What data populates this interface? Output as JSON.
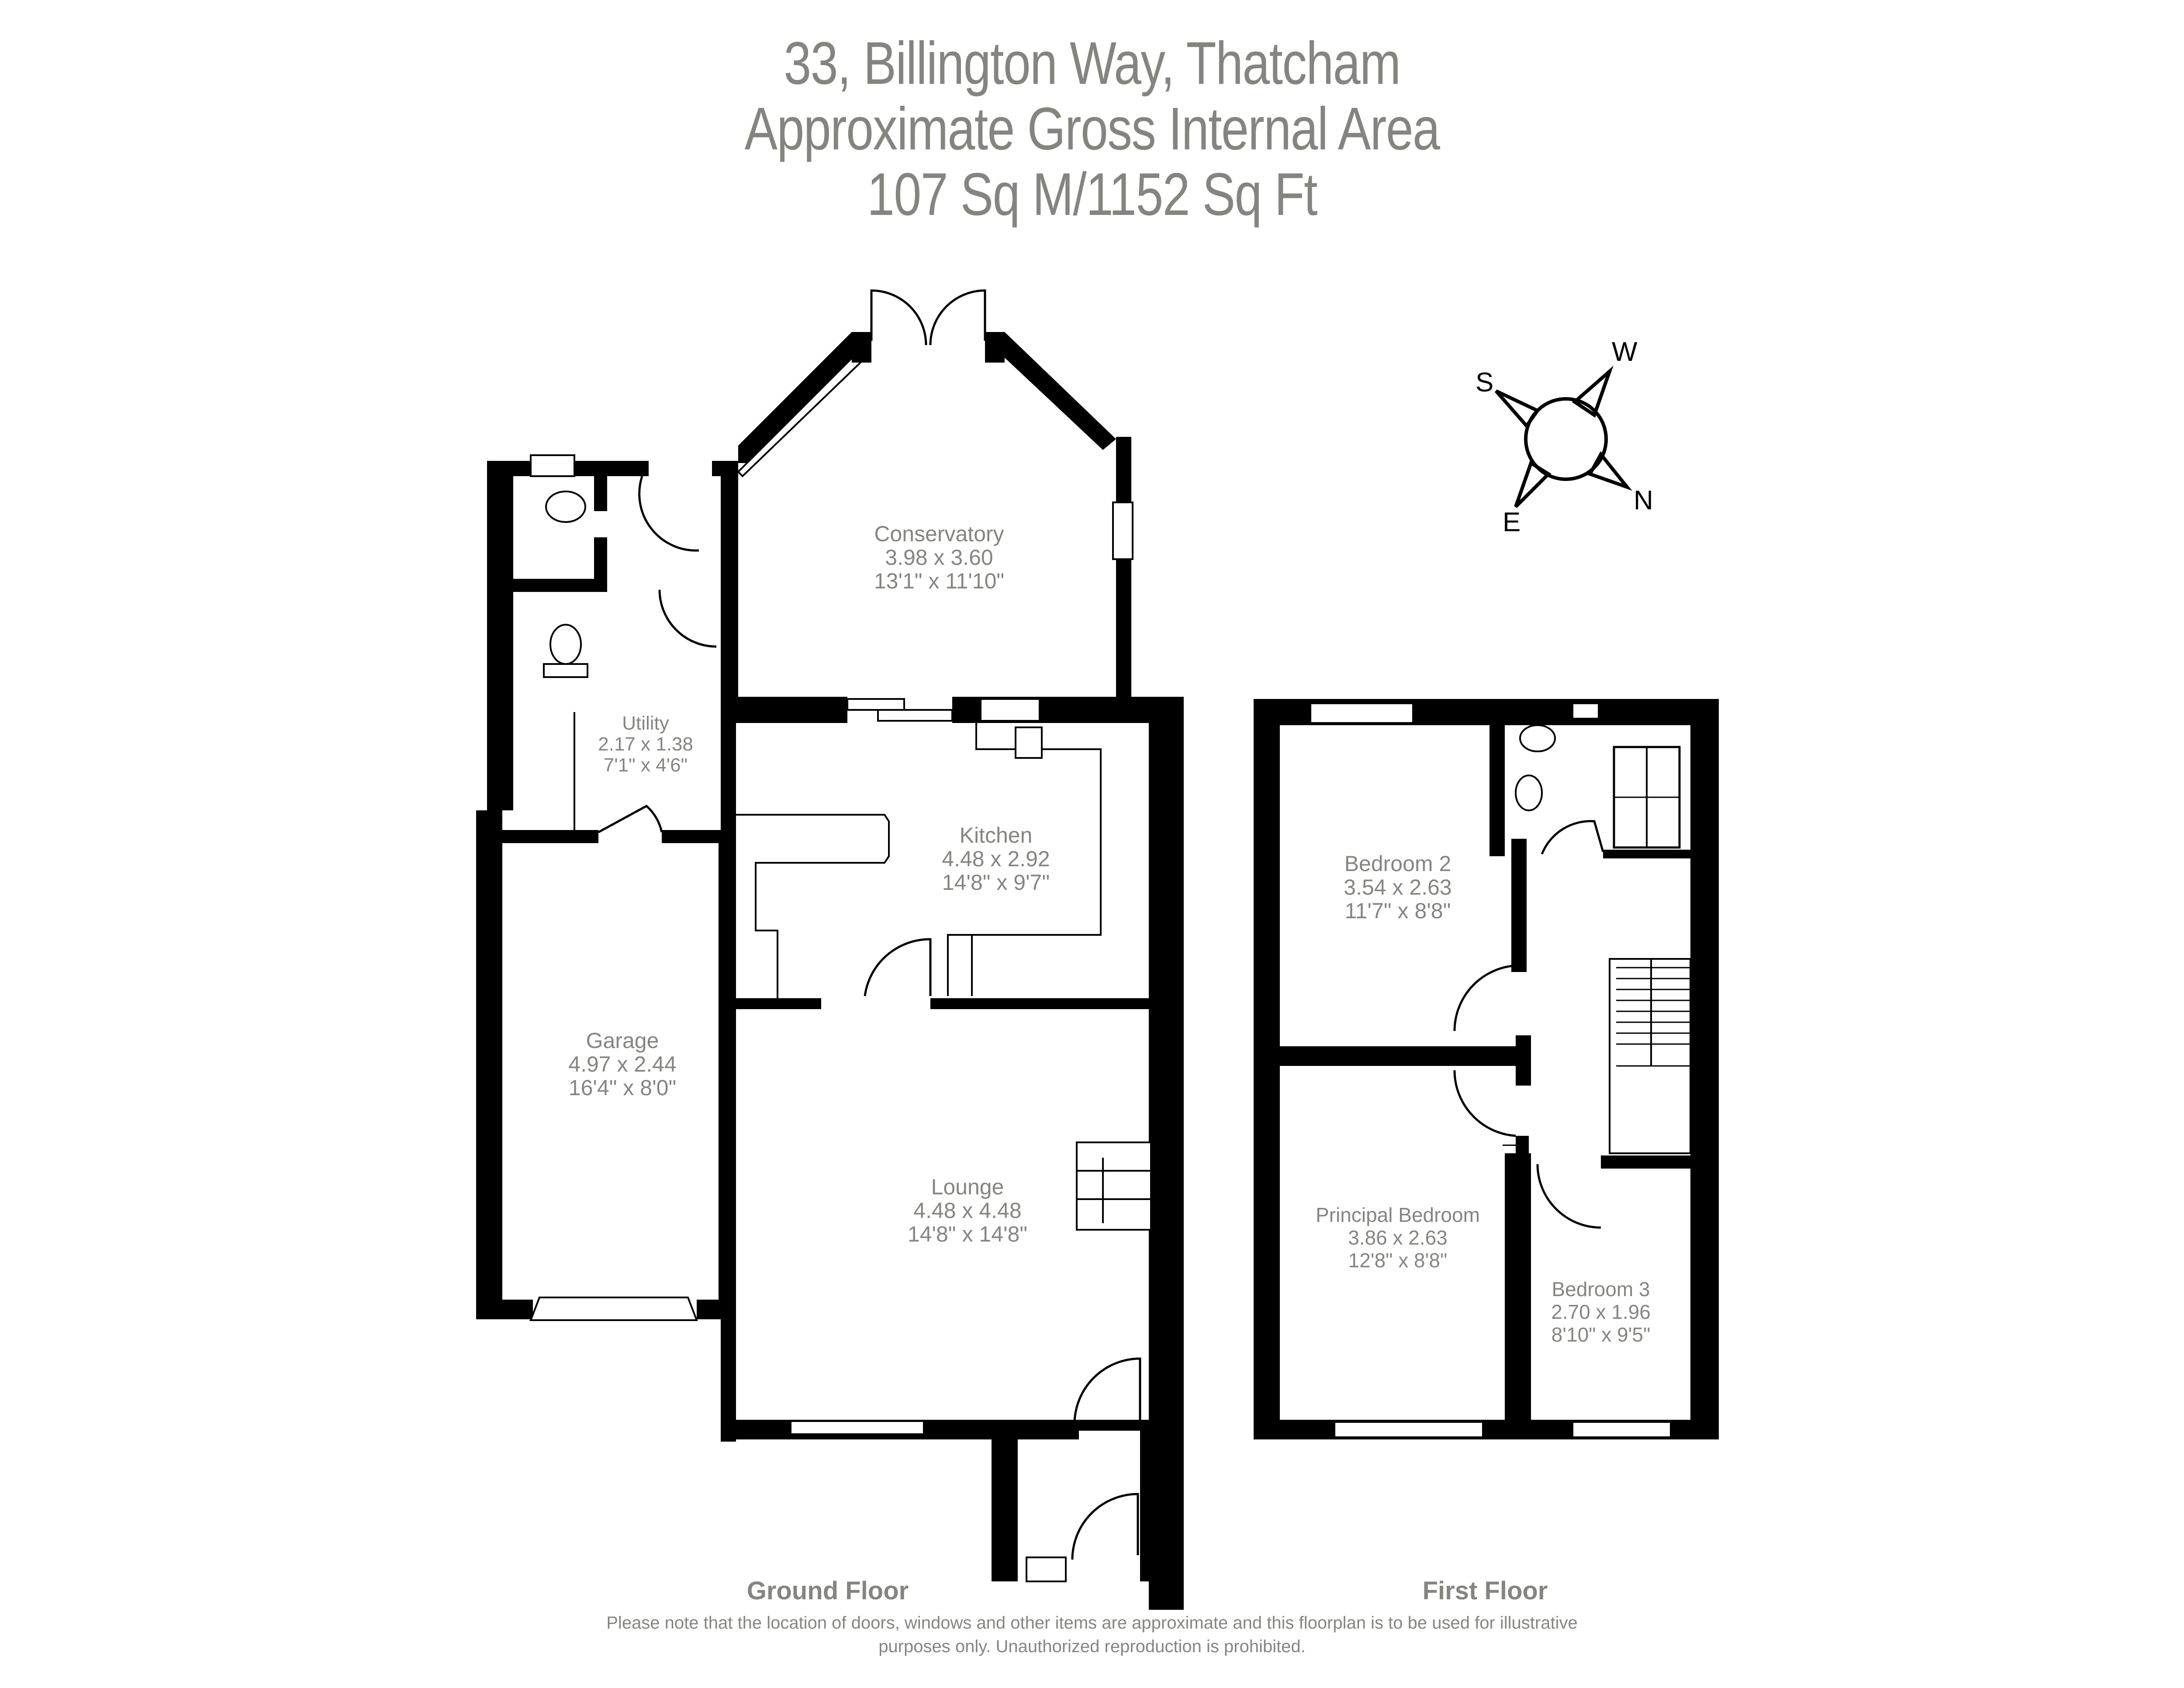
{
  "header": {
    "address": "33, Billington Way, Thatcham",
    "area_label": "Approximate Gross Internal Area",
    "area_value": "107 Sq M/1152 Sq Ft"
  },
  "compass": {
    "labels": {
      "north": "N",
      "south": "S",
      "east": "E",
      "west": "W"
    }
  },
  "floors": [
    {
      "name": "Ground Floor",
      "rooms": [
        {
          "name": "Conservatory",
          "metric": "3.98 x 3.60",
          "imperial": "13'1\" x 11'10\""
        },
        {
          "name": "Utility",
          "metric": "2.17 x 1.38",
          "imperial": "7'1\" x 4'6\""
        },
        {
          "name": "Kitchen",
          "metric": "4.48 x 2.92",
          "imperial": "14'8\" x 9'7\""
        },
        {
          "name": "Garage",
          "metric": "4.97 x 2.44",
          "imperial": "16'4\" x 8'0\""
        },
        {
          "name": "Lounge",
          "metric": "4.48 x 4.48",
          "imperial": "14'8\" x 14'8\""
        }
      ]
    },
    {
      "name": "First Floor",
      "rooms": [
        {
          "name": "Bedroom 2",
          "metric": "3.54 x 2.63",
          "imperial": "11'7\" x 8'8\""
        },
        {
          "name": "Principal Bedroom",
          "metric": "3.86 x 2.63",
          "imperial": "12'8\" x 8'8\""
        },
        {
          "name": "Bedroom 3",
          "metric": "2.70 x 1.96",
          "imperial": "8'10\" x 9'5\""
        }
      ]
    }
  ],
  "disclaimer": {
    "line1": "Please note that the location of doors, windows and other items are approximate and this floorplan is to be used for illustrative",
    "line2": "purposes only. Unauthorized reproduction is prohibited."
  },
  "colors": {
    "text": "#858580",
    "walls": "#000000",
    "background": "#ffffff"
  }
}
